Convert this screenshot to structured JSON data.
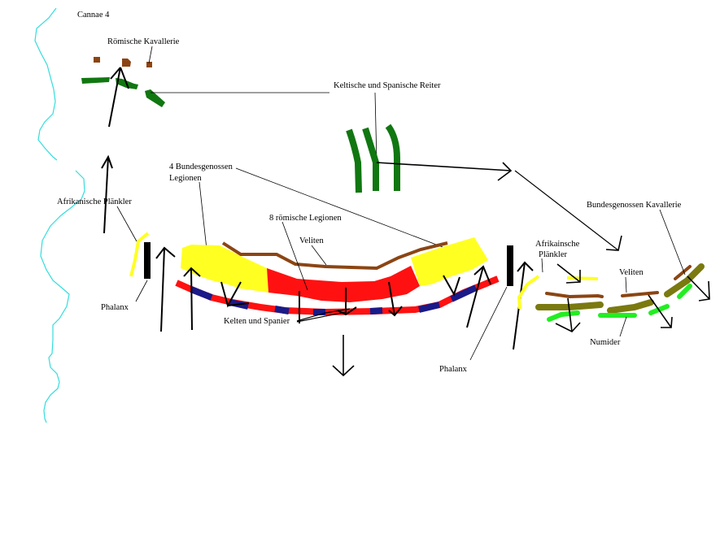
{
  "title": "Cannae 4",
  "colors": {
    "river": "#33dddd",
    "roman_infantry": "#ff1111",
    "allied_legions": "#ffff22",
    "velites": "#8b4513",
    "celts_blue": "#1a1a88",
    "green_cavalry": "#117711",
    "numidians": "#22ee22",
    "allied_cavalry": "#7a7a10",
    "phalanx": "#000000",
    "roman_cavalry": "#8b4513",
    "arrows": "#000000"
  },
  "labels": {
    "roman_cavalry": "Römische Kavallerie",
    "celtic_spanish_cavalry": "Keltische und Spanische Reiter",
    "allied_legions_line1": "4 Bundesgenossen",
    "allied_legions_line2": "Legionen",
    "roman_legions": "8 römische Legionen",
    "velites_center": "Veliten",
    "african_skirmishers_left": "Afrikanische Plänkler",
    "phalanx_left": "Phalanx",
    "celts_spaniards": "Kelten und Spanier",
    "phalanx_right": "Phalanx",
    "african_skirmishers_right_line1": "Afrikainsche",
    "african_skirmishers_right_line2": "Plänkler",
    "allied_cavalry": "Bundesgenossen Kavallerie",
    "velites_right": "Veliten",
    "numidians": "Numider"
  }
}
